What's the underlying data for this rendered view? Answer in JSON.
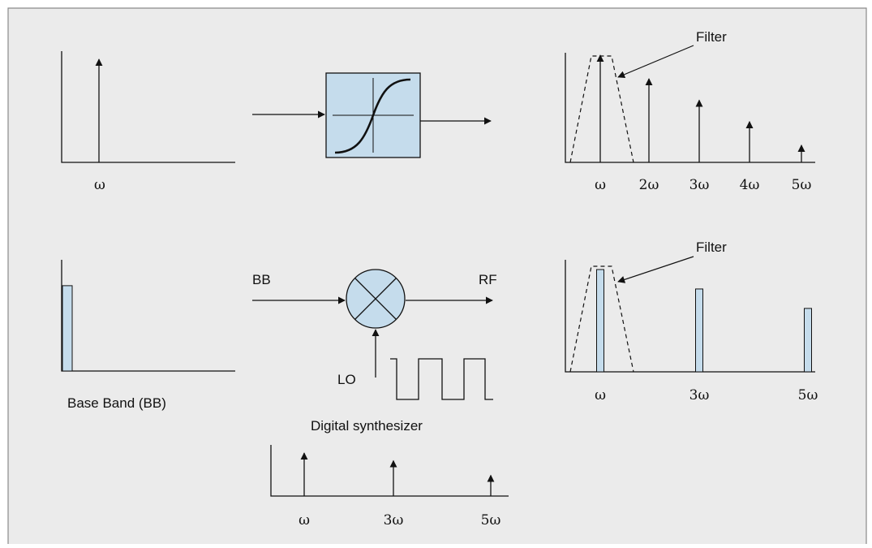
{
  "colors": {
    "background": "#ebebeb",
    "border": "#8a8a8a",
    "line": "#111111",
    "fill": "#c5dcec"
  },
  "panels": {
    "top_input": {
      "freq_label": "ω"
    },
    "nonlinear_block": {
      "icon": "s-curve-icon"
    },
    "top_output": {
      "filter_label": "Filter",
      "harmonic_labels": [
        "ω",
        "2ω",
        "3ω",
        "4ω",
        "5ω"
      ],
      "relative_amplitudes": [
        1.0,
        0.78,
        0.58,
        0.38,
        0.16
      ]
    },
    "baseband": {
      "label": "Base Band (BB)",
      "relative_level": 0.72
    },
    "mixer": {
      "input_label": "BB",
      "output_label": "RF",
      "lo_label": "LO",
      "synth_label": "Digital synthesizer",
      "icon": "mixer-icon"
    },
    "lo_spectrum": {
      "harmonic_labels": [
        "ω",
        "3ω",
        "5ω"
      ],
      "relative_amplitudes": [
        1.0,
        0.82,
        0.48
      ]
    },
    "rf_output": {
      "filter_label": "Filter",
      "harmonic_labels": [
        "ω",
        "3ω",
        "5ω"
      ],
      "relative_amplitudes": [
        1.0,
        0.81,
        0.62
      ]
    }
  }
}
